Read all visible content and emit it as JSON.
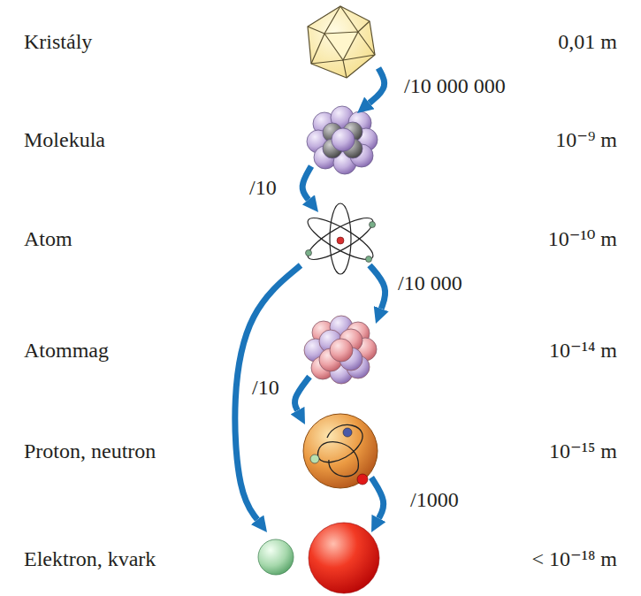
{
  "diagram": {
    "nodes": [
      {
        "text": [
          "Kristály",
          "0,01 m"
        ]
      },
      {
        "text": [
          "Molekula",
          "10⁻⁹ m"
        ]
      },
      {
        "text": [
          "Atom",
          "10⁻¹⁰ m"
        ]
      },
      {
        "text": [
          "Atommag",
          "10⁻¹⁴ m"
        ]
      },
      {
        "text": [
          "Proton, neutron",
          "10⁻¹⁵ m"
        ]
      },
      {
        "text": [
          "Elektron, kvark",
          "< 10⁻¹⁸ m"
        ]
      }
    ],
    "edges": [
      {
        "from": 0,
        "to": 1,
        "label": "/10 000 000",
        "arrow": "to"
      },
      {
        "from": 1,
        "to": 2,
        "label": "/10",
        "arrow": "to"
      },
      {
        "from": 2,
        "to": 3,
        "label": "/10 000",
        "arrow": "to"
      },
      {
        "from": 3,
        "to": 4,
        "label": "/10",
        "arrow": "to"
      },
      {
        "from": 2,
        "to": 5,
        "arrow": "to"
      },
      {
        "from": 4,
        "to": 5,
        "label": "/1000",
        "arrow": "to"
      }
    ]
  }
}
